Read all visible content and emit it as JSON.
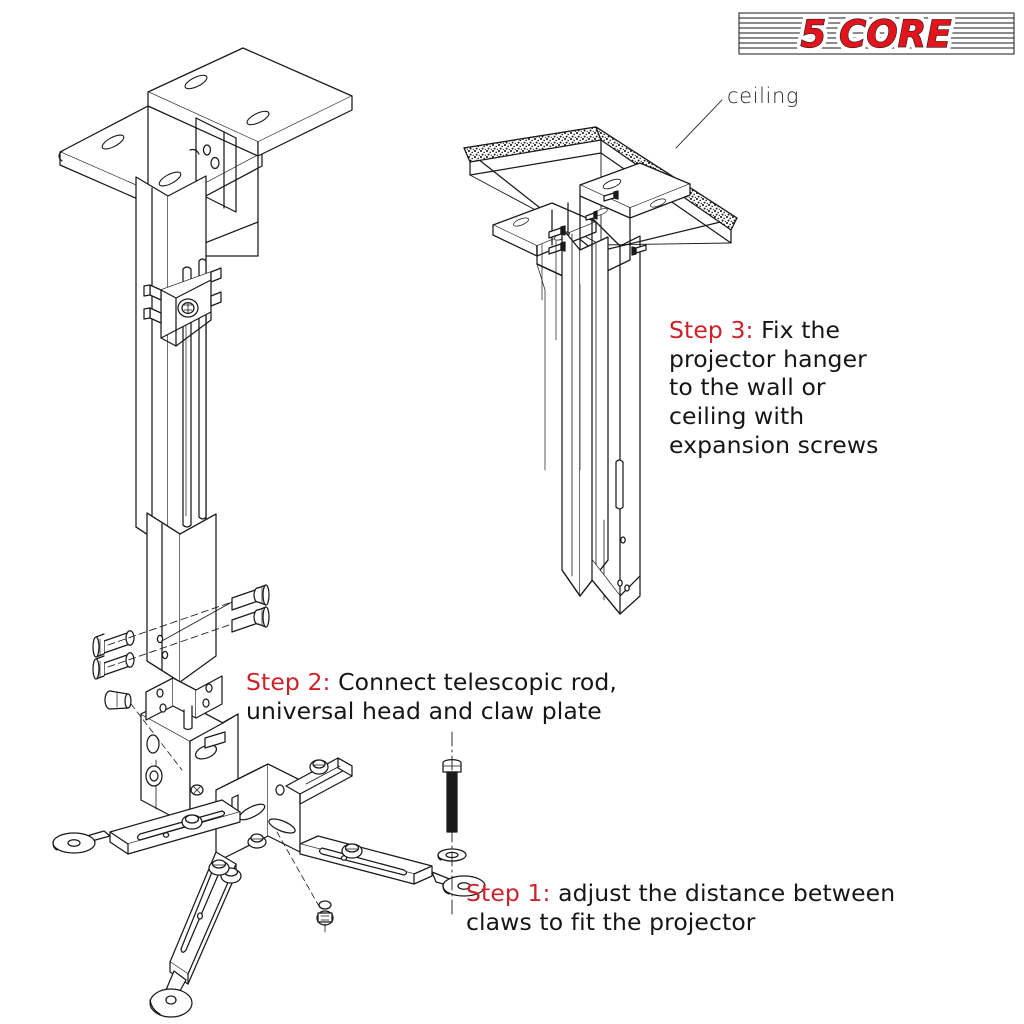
{
  "document": {
    "kind": "assembly-instruction-diagram",
    "subject": "projector ceiling mount hanger",
    "background_color": "#ffffff",
    "line_color": "#1a1a1a",
    "accent_color": "#cc2229",
    "text_color": "#161616"
  },
  "logo": {
    "text": "5 CORE",
    "word_one": "5",
    "word_two": "CORE",
    "color": "#e3141c",
    "stripe_color": "#1a1a1a",
    "halo_color": "#ffffff"
  },
  "labels": {
    "ceiling": "ceiling"
  },
  "steps": [
    {
      "id": "step-3",
      "tag": "Step 3:",
      "text": " Fix the\nprojector hanger\nto the wall or\nceiling with\nexpansion screws",
      "full_text": "Step 3: Fix the projector hanger to the wall or ceiling with expansion screws"
    },
    {
      "id": "step-2",
      "tag": "Step 2:",
      "text": " Connect telescopic rod,\nuniversal head and claw plate",
      "full_text": "Step 2: Connect telescopic rod, universal head and claw plate"
    },
    {
      "id": "step-1",
      "tag": "Step 1:",
      "text": " adjust the distance between\nclaws to fit the projector",
      "full_text": "Step 1: adjust the distance between claws to fit the projector"
    }
  ],
  "illustrations": [
    {
      "id": "assembly-upper-left",
      "name": "telescopic-rod-with-ceiling-bracket",
      "parts": [
        "u-mounting-bracket",
        "telescopic-rod",
        "clamp-collar",
        "expansion-bolts"
      ]
    },
    {
      "id": "assembly-upper-right",
      "name": "hanger-fixed-to-ceiling",
      "parts": [
        "concrete-ceiling-slab",
        "u-mounting-bracket",
        "u-channel-rod",
        "fixing-screws"
      ]
    },
    {
      "id": "assembly-lower-left",
      "name": "universal-head-and-claw-plate",
      "parts": [
        "universal-head",
        "claw-plate",
        "claw-arms",
        "thumb-screws",
        "washer",
        "long-screw"
      ]
    }
  ]
}
